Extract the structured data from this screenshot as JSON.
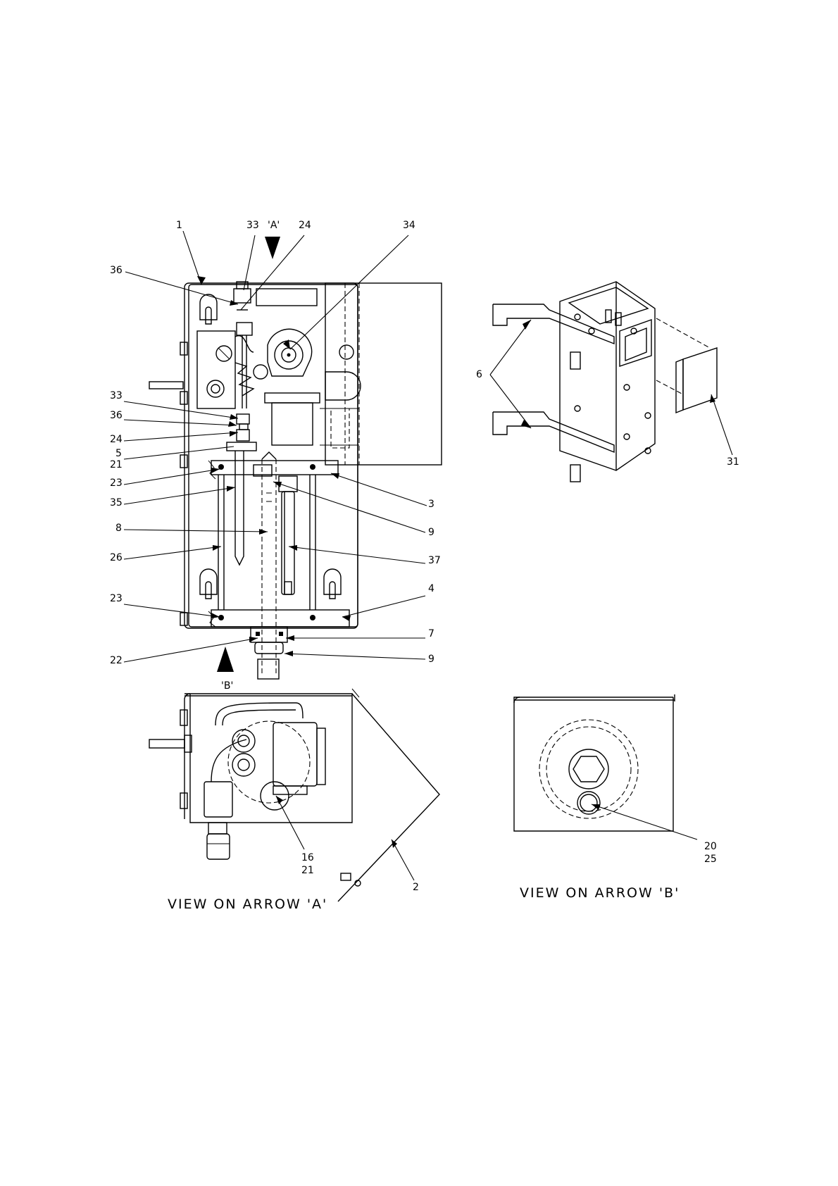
{
  "captions": {
    "view_a": "VIEW ON ARROW 'A'",
    "view_b": "VIEW ON ARROW 'B'"
  },
  "arrow_labels": {
    "a": "'A'",
    "b": "'B'"
  },
  "callouts": [
    {
      "id": "c1",
      "text": "1"
    },
    {
      "id": "c33a",
      "text": "33"
    },
    {
      "id": "c24a",
      "text": "24"
    },
    {
      "id": "c34",
      "text": "34"
    },
    {
      "id": "c36a",
      "text": "36"
    },
    {
      "id": "c33b",
      "text": "33"
    },
    {
      "id": "c36b",
      "text": "36"
    },
    {
      "id": "c24b",
      "text": "24"
    },
    {
      "id": "c5",
      "text": "5"
    },
    {
      "id": "c21a",
      "text": "21"
    },
    {
      "id": "c23a",
      "text": "23"
    },
    {
      "id": "c35",
      "text": "35"
    },
    {
      "id": "c8",
      "text": "8"
    },
    {
      "id": "c26",
      "text": "26"
    },
    {
      "id": "c23b",
      "text": "23"
    },
    {
      "id": "c22",
      "text": "22"
    },
    {
      "id": "c3",
      "text": "3"
    },
    {
      "id": "c9a",
      "text": "9"
    },
    {
      "id": "c37",
      "text": "37"
    },
    {
      "id": "c4",
      "text": "4"
    },
    {
      "id": "c7",
      "text": "7"
    },
    {
      "id": "c9b",
      "text": "9"
    },
    {
      "id": "c6",
      "text": "6"
    },
    {
      "id": "c31",
      "text": "31"
    },
    {
      "id": "c16",
      "text": "16"
    },
    {
      "id": "c21b",
      "text": "21"
    },
    {
      "id": "c2",
      "text": "2"
    },
    {
      "id": "c20",
      "text": "20"
    },
    {
      "id": "c25",
      "text": "25"
    }
  ]
}
